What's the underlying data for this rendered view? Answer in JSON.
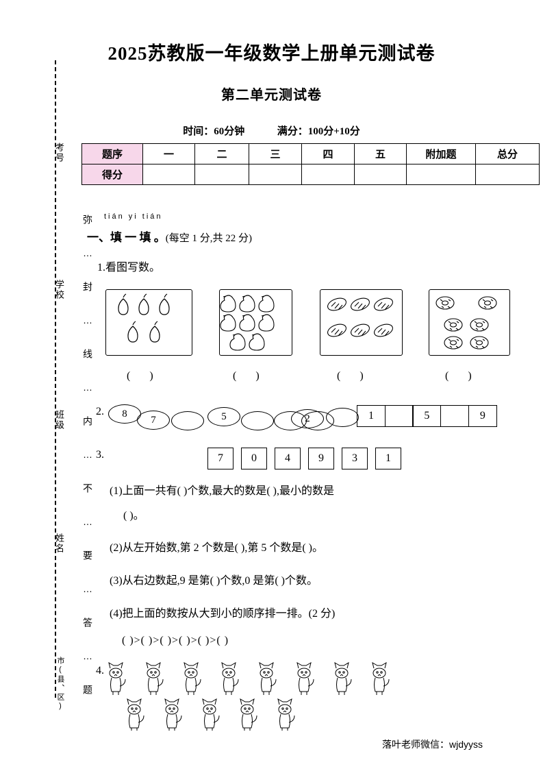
{
  "header": {
    "title": "2025苏教版一年级数学上册单元测试卷",
    "subtitle": "第二单元测试卷",
    "time_label": "时间：60分钟",
    "score_label": "满分：100分+10分"
  },
  "seal": {
    "labels": [
      "考号",
      "学校",
      "班级",
      "姓名",
      "市(县、区)"
    ],
    "mid_text": "弥 … 封 … 线 … 内 … 不 … 要 … 答 … 题"
  },
  "score_table": {
    "row1": [
      "题序",
      "一",
      "二",
      "三",
      "四",
      "五",
      "附加题",
      "总分"
    ],
    "row2": [
      "得分",
      "",
      "",
      "",
      "",
      "",
      "",
      ""
    ]
  },
  "section1": {
    "pinyin": "tián yi tián",
    "heading": "一、填 一 填 。",
    "note": "(每空 1 分,共 22 分)"
  },
  "q1": {
    "label": "1.看图写数。",
    "answers": [
      "(        )",
      "(        )",
      "(        )",
      "(        )"
    ],
    "pictures": [
      "pears",
      "ducks",
      "breads",
      "donuts"
    ]
  },
  "q2": {
    "label": "2.",
    "ellipses": [
      "8",
      "7",
      "",
      "5",
      "",
      "",
      "2",
      "",
      ""
    ],
    "boxes": [
      "1",
      "",
      "5",
      "",
      "9"
    ]
  },
  "q3": {
    "label": "3.",
    "boxes": [
      "7",
      "0",
      "4",
      "9",
      "3",
      "1"
    ],
    "items": [
      "(1)上面一共有(      )个数,最大的数是(      ),最小的数是",
      "(      )。",
      "(2)从左开始数,第 2 个数是(      ),第 5 个数是(      )。",
      "(3)从右边数起,9 是第(      )个数,0 是第(      )个数。",
      "(4)把上面的数按从大到小的顺序排一排。(2 分)",
      "(       )>(       )>(       )>(       )>(       )>(       )"
    ]
  },
  "q4": {
    "label": "4.",
    "row1_count": 8,
    "row2_count": 5
  },
  "footer": {
    "text": "落叶老师微信：wjdyyss"
  },
  "colors": {
    "table_head": "#f7d7ea",
    "border": "#000000"
  }
}
